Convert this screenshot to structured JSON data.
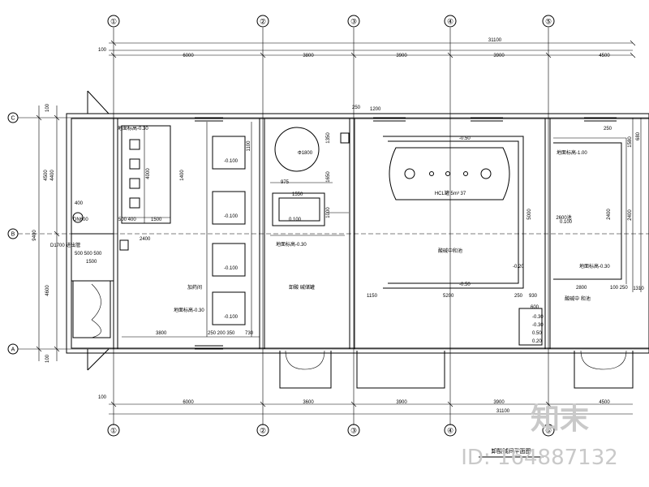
{
  "axes": {
    "vertical": [
      "①",
      "②",
      "③",
      "④",
      "⑤"
    ],
    "horizontal": [
      "C",
      "B",
      "A"
    ]
  },
  "dimensions": {
    "top_total": "31100",
    "top_offset": "100",
    "top_spans": [
      "6000",
      "3800",
      "3900",
      "3900",
      "4500"
    ],
    "bottom_offset": "100",
    "bottom_total": "31100",
    "bottom_spans": [
      "6000",
      "3600",
      "3900",
      "3900",
      "4500"
    ],
    "left_outer": "9400",
    "left_upper": "4500",
    "left_upper_inner": "4400",
    "left_lower": "4600",
    "left_top_small": "100",
    "left_bottom_small": "100",
    "right_upper": "1580",
    "right_upper2": "680",
    "right_lower": "1310",
    "right_mid": "2400"
  },
  "room_labels": {
    "room1": "加药间",
    "room2": "卸酸 碱储罐",
    "room3": "酸碱中和池",
    "room4": "2600池",
    "room5": "酸碱中 和池"
  },
  "annotations": {
    "tank_label": "HCL罐 5m³ 37",
    "round_tank": "Φ1800",
    "floor_level_1": "地面标高-0.30",
    "floor_level_2": "地面标高-0.30",
    "floor_level_3": "地面标高-0.30",
    "floor_level_4": "地面标高-1.00",
    "floor_level_5": "地面标高-0.30",
    "slab_1": "-0.50",
    "slab_2": "-0.50",
    "slab_3": "-0.100",
    "slab_4": "-0.100",
    "slab_5": "-0.100",
    "slab_6": "-0.100",
    "small_1": "0.100",
    "small_2": "0.100",
    "dim_500_400": "500 400",
    "dim_1500": "1500",
    "dim_2400": "2400",
    "dim_500_500_500": "500 500 500",
    "dim_1500b": "1500",
    "dim_3800": "3800",
    "dim_250_200_350": "250 200 350",
    "dim_730": "730",
    "dim_1200": "1200",
    "dim_250": "250",
    "dim_1550": "1550",
    "dim_1650": "1650",
    "dim_1350": "1350",
    "dim_975": "975",
    "dim_1000": "1000",
    "dim_1150": "1150",
    "dim_5200": "5200",
    "dim_250b": "250",
    "dim_930": "930",
    "dim_600": "600",
    "dim_5000": "5000",
    "dim_2800": "2800",
    "dim_100_250": "100 250",
    "dim_1310": "1310",
    "dim_2400b": "2400",
    "dim_400": "400",
    "dim_1400": "1400",
    "dim_1100": "1100",
    "dim_4000": "4000",
    "level_a": "-0.30",
    "level_b": "-0.30",
    "level_c": "0.50",
    "level_d": "0.20",
    "level_e": "-0.20",
    "door_label": "DN600",
    "wall_tag": "250",
    "legend_left": "D1700 进出管"
  },
  "drawing_title": "卸酸碱间平面图",
  "watermark": {
    "brand": "知末",
    "id": "ID: 164887132"
  }
}
